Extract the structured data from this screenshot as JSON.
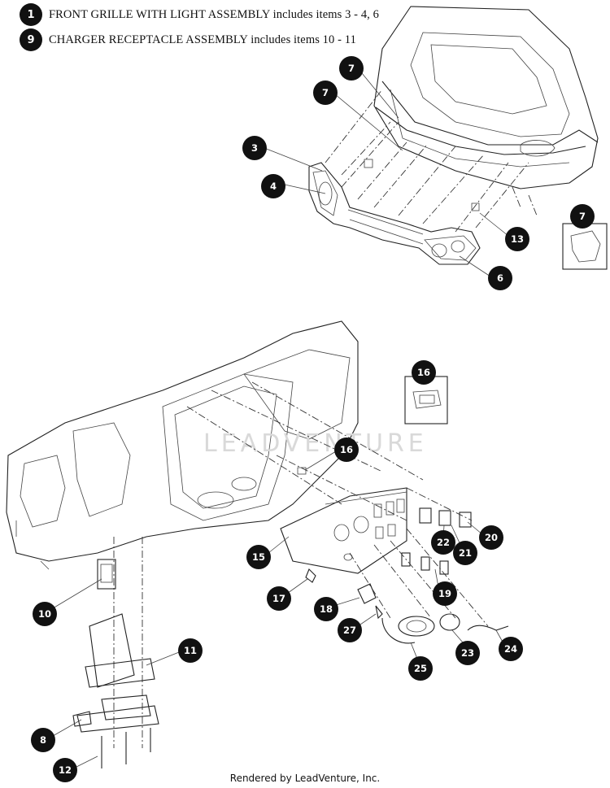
{
  "legend": [
    {
      "num": "1",
      "text": "FRONT GRILLE WITH LIGHT ASSEMBLY includes items 3 - 4, 6"
    },
    {
      "num": "9",
      "text": "CHARGER RECEPTACLE ASSEMBLY includes items 10 - 11"
    }
  ],
  "watermark": "LEADVENTURE",
  "footer": "Rendered by LeadVenture, Inc.",
  "callouts": [
    {
      "id": "c7a",
      "num": "7"
    },
    {
      "id": "c7b",
      "num": "7"
    },
    {
      "id": "c3",
      "num": "3"
    },
    {
      "id": "c4",
      "num": "4"
    },
    {
      "id": "c13",
      "num": "13"
    },
    {
      "id": "c7box",
      "num": "7"
    },
    {
      "id": "c6",
      "num": "6"
    },
    {
      "id": "c16box",
      "num": "16"
    },
    {
      "id": "c16",
      "num": "16"
    },
    {
      "id": "c15",
      "num": "15"
    },
    {
      "id": "c22",
      "num": "22"
    },
    {
      "id": "c20",
      "num": "20"
    },
    {
      "id": "c21",
      "num": "21"
    },
    {
      "id": "c19",
      "num": "19"
    },
    {
      "id": "c17",
      "num": "17"
    },
    {
      "id": "c18",
      "num": "18"
    },
    {
      "id": "c27",
      "num": "27"
    },
    {
      "id": "c23",
      "num": "23"
    },
    {
      "id": "c24",
      "num": "24"
    },
    {
      "id": "c25",
      "num": "25"
    },
    {
      "id": "c10",
      "num": "10"
    },
    {
      "id": "c11",
      "num": "11"
    },
    {
      "id": "c8",
      "num": "8"
    },
    {
      "id": "c12",
      "num": "12"
    }
  ]
}
